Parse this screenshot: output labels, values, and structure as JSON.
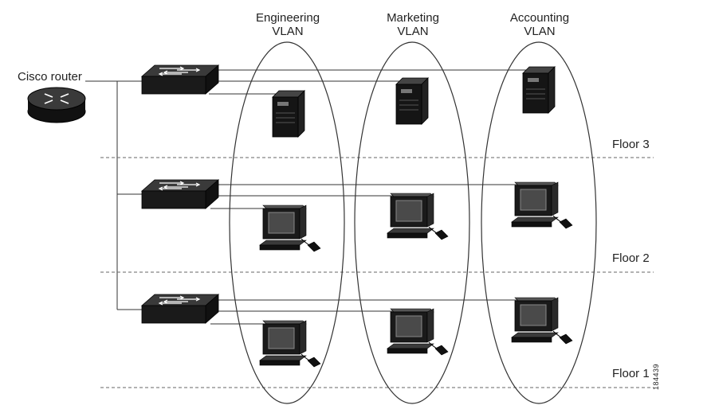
{
  "router": {
    "label": "Cisco router",
    "icon": "router-icon"
  },
  "vlans": [
    {
      "line1": "Engineering",
      "line2": "VLAN"
    },
    {
      "line1": "Marketing",
      "line2": "VLAN"
    },
    {
      "line1": "Accounting",
      "line2": "VLAN"
    }
  ],
  "floors": [
    "Floor 3",
    "Floor 2",
    "Floor 1"
  ],
  "figure_id": "184439",
  "devices": {
    "floor_3": [
      "server",
      "server",
      "server"
    ],
    "floor_2": [
      "workstation",
      "workstation",
      "workstation"
    ],
    "floor_1": [
      "workstation",
      "workstation",
      "workstation"
    ]
  },
  "colors": {
    "line": "#333333",
    "device": "#1a1a1a",
    "dash": "#666666"
  }
}
